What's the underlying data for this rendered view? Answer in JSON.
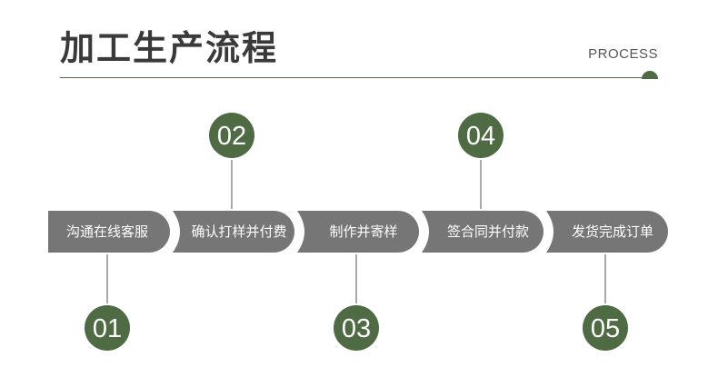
{
  "header": {
    "title": "加工生产流程",
    "subtitle": "PROCESS"
  },
  "colors": {
    "accent": "#4f6b43",
    "segment": "#767676",
    "connector": "#555555",
    "text_dark": "#3a3a3a"
  },
  "steps": [
    {
      "num": "01",
      "label": "沟通在线客服",
      "position": "below"
    },
    {
      "num": "02",
      "label": "确认打样并付费",
      "position": "above"
    },
    {
      "num": "03",
      "label": "制作并寄样",
      "position": "below"
    },
    {
      "num": "04",
      "label": "签合同并付款",
      "position": "above"
    },
    {
      "num": "05",
      "label": "发货完成订单",
      "position": "below"
    }
  ]
}
